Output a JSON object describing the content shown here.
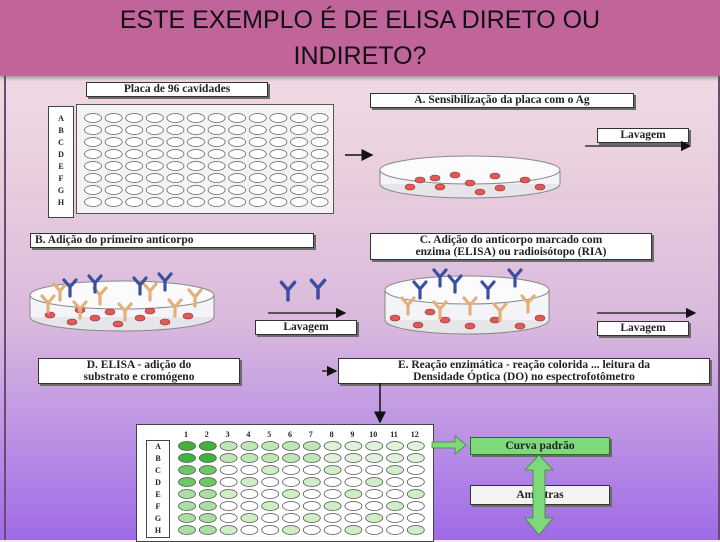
{
  "title": {
    "line1": "ESTE EXEMPLO É DE ELISA DIRETO OU",
    "line2": "INDIRETO?"
  },
  "labels": {
    "plate_96": "Placa de 96 cavidades",
    "step_a": "A. Sensibilização da placa com o Ag",
    "wash_1": "Lavagem",
    "step_b": "B. Adição do primeiro anticorpo",
    "step_c_line1": "C. Adição do anticorpo marcado com",
    "step_c_line2": "enzima (ELISA) ou radioisótopo (RIA)",
    "wash_2": "Lavagem",
    "wash_3": "Lavagem",
    "step_d_line1": "D. ELISA - adição do",
    "step_d_line2": "substrato e cromógeno",
    "step_e_line1": "E. Reação enzimática - reação colorida ... leitura da",
    "step_e_line2": "Densidade Óptica (DO) no espectrofotômetro",
    "standard_curve": "Curva padrão",
    "samples": "Amostras"
  },
  "plate": {
    "rows": [
      "A",
      "B",
      "C",
      "D",
      "E",
      "F",
      "G",
      "H"
    ],
    "columns": [
      "1",
      "2",
      "3",
      "4",
      "5",
      "6",
      "7",
      "8",
      "9",
      "10",
      "11",
      "12"
    ]
  },
  "colors": {
    "title_bar": "#c0649a",
    "antigen": "#e05a58",
    "primary_antibody": "#e3b07a",
    "secondary_antibody": "#3b4fa0",
    "green_well": "#3fb33a",
    "light_green_well": "#cfeec6",
    "arrow_green": "#7ed97a"
  }
}
